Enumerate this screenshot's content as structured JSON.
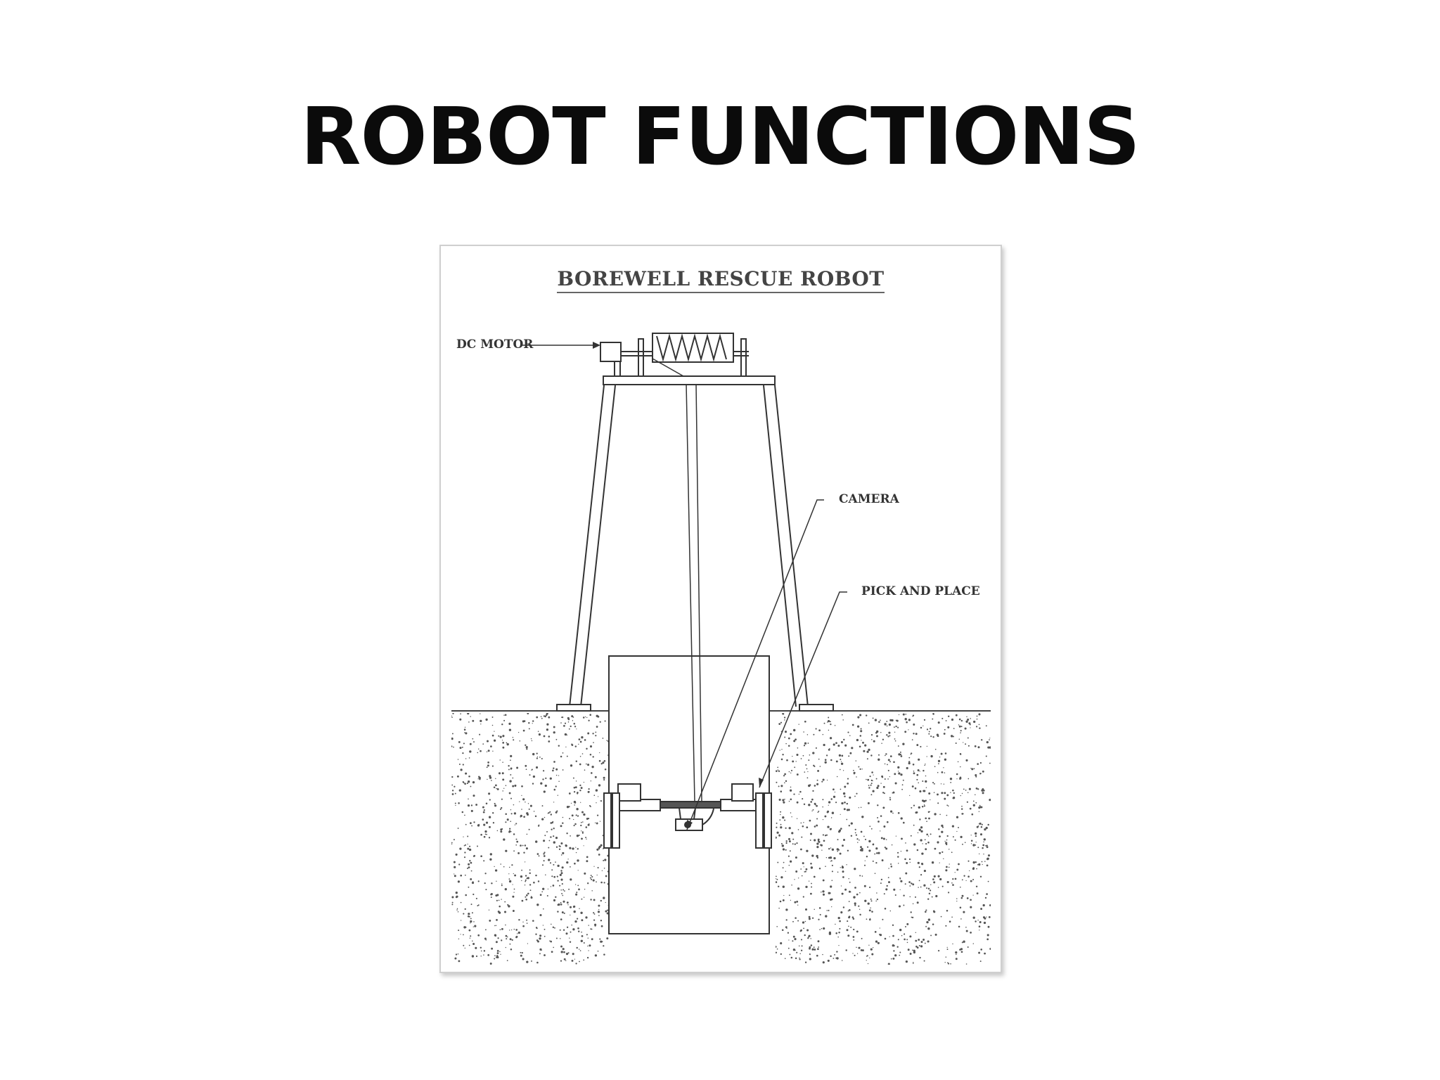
{
  "slide": {
    "title": "ROBOT FUNCTIONS"
  },
  "diagram": {
    "title": "BOREWELL RESCUE ROBOT",
    "labels": {
      "dc_motor": "DC MOTOR",
      "camera": "CAMERA",
      "pick_and_place": "PICK AND PLACE"
    }
  },
  "colors": {
    "background": "#ffffff",
    "title_text": "#0b0b0b",
    "line_art": "#333333",
    "frame_border": "#cfcfcf"
  }
}
